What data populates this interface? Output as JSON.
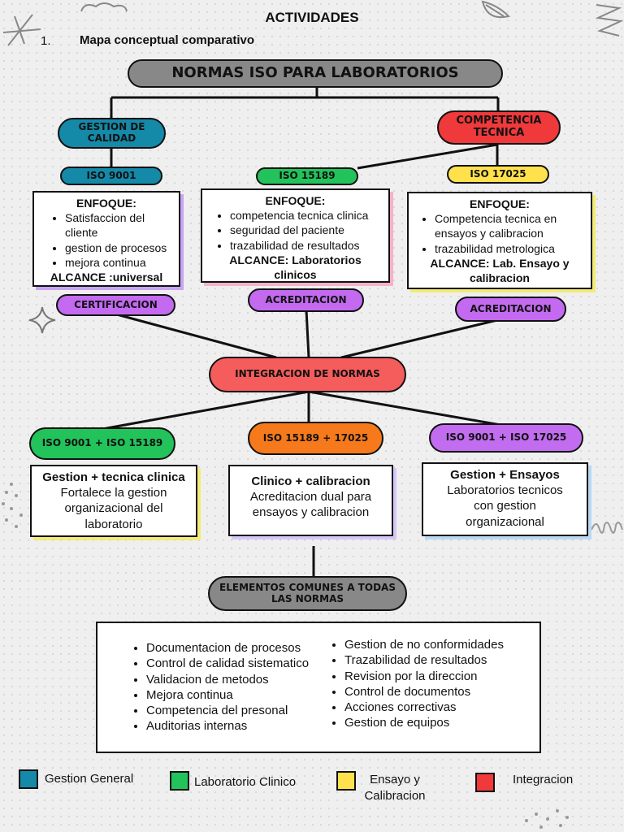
{
  "header": {
    "title": "ACTIVIDADES",
    "item_number": "1.",
    "subtitle": "Mapa conceptual comparativo"
  },
  "main_title": "NORMAS ISO PARA LABORATORIOS",
  "categories": {
    "gestion": "GESTION DE CALIDAD",
    "competencia": "COMPETENCIA TECNICA"
  },
  "norms": [
    {
      "label": "ISO 9001",
      "enfoque_title": "ENFOQUE:",
      "items": [
        "Satisfaccion del cliente",
        "gestion de procesos",
        "mejora continua"
      ],
      "alcance": "ALCANCE :universal",
      "badge": "CERTIFICACION"
    },
    {
      "label": "ISO 15189",
      "enfoque_title": "ENFOQUE:",
      "items": [
        "competencia tecnica clinica",
        "seguridad del paciente",
        "trazabilidad de resultados"
      ],
      "alcance": "ALCANCE: Laboratorios clinicos",
      "badge": "ACREDITACION"
    },
    {
      "label": "ISO 17025",
      "enfoque_title": "ENFOQUE:",
      "items": [
        "Competencia tecnica en ensayos y calibracion",
        "trazabilidad metrologica"
      ],
      "alcance": "ALCANCE: Lab. Ensayo y calibracion",
      "badge": "ACREDITACION"
    }
  ],
  "integration": "INTEGRACION DE NORMAS",
  "combos": [
    {
      "label": "ISO 9001 + ISO 15189",
      "title": "Gestion + tecnica clinica",
      "text": "Fortalece la gestion organizacional del laboratorio"
    },
    {
      "label": "ISO 15189 + 17025",
      "title": "Clinico + calibracion",
      "text": "Acreditacion dual para ensayos y calibracion"
    },
    {
      "label": "ISO 9001 + ISO 17025",
      "title": "Gestion + Ensayos",
      "text": "Laboratorios tecnicos con gestion organizacional"
    }
  ],
  "common": {
    "title": "ELEMENTOS COMUNES A TODAS LAS NORMAS",
    "left": [
      "Documentacion de procesos",
      "Control de calidad sistematico",
      "Validacion de metodos",
      "Mejora continua",
      "Competencia del presonal",
      "Auditorias internas"
    ],
    "right": [
      "Gestion de no conformidades",
      "Trazabilidad de resultados",
      "Revision por la direccion",
      "Control de documentos",
      "Acciones correctivas",
      "Gestion de equipos"
    ]
  },
  "legend": [
    {
      "label": "Gestion General",
      "color": "#1489a8"
    },
    {
      "label": "Laboratorio Clinico",
      "color": "#22c35a"
    },
    {
      "label": "Ensayo y Calibracion",
      "color": "#ffe14c"
    },
    {
      "label": "Integracion",
      "color": "#f0393a"
    }
  ]
}
